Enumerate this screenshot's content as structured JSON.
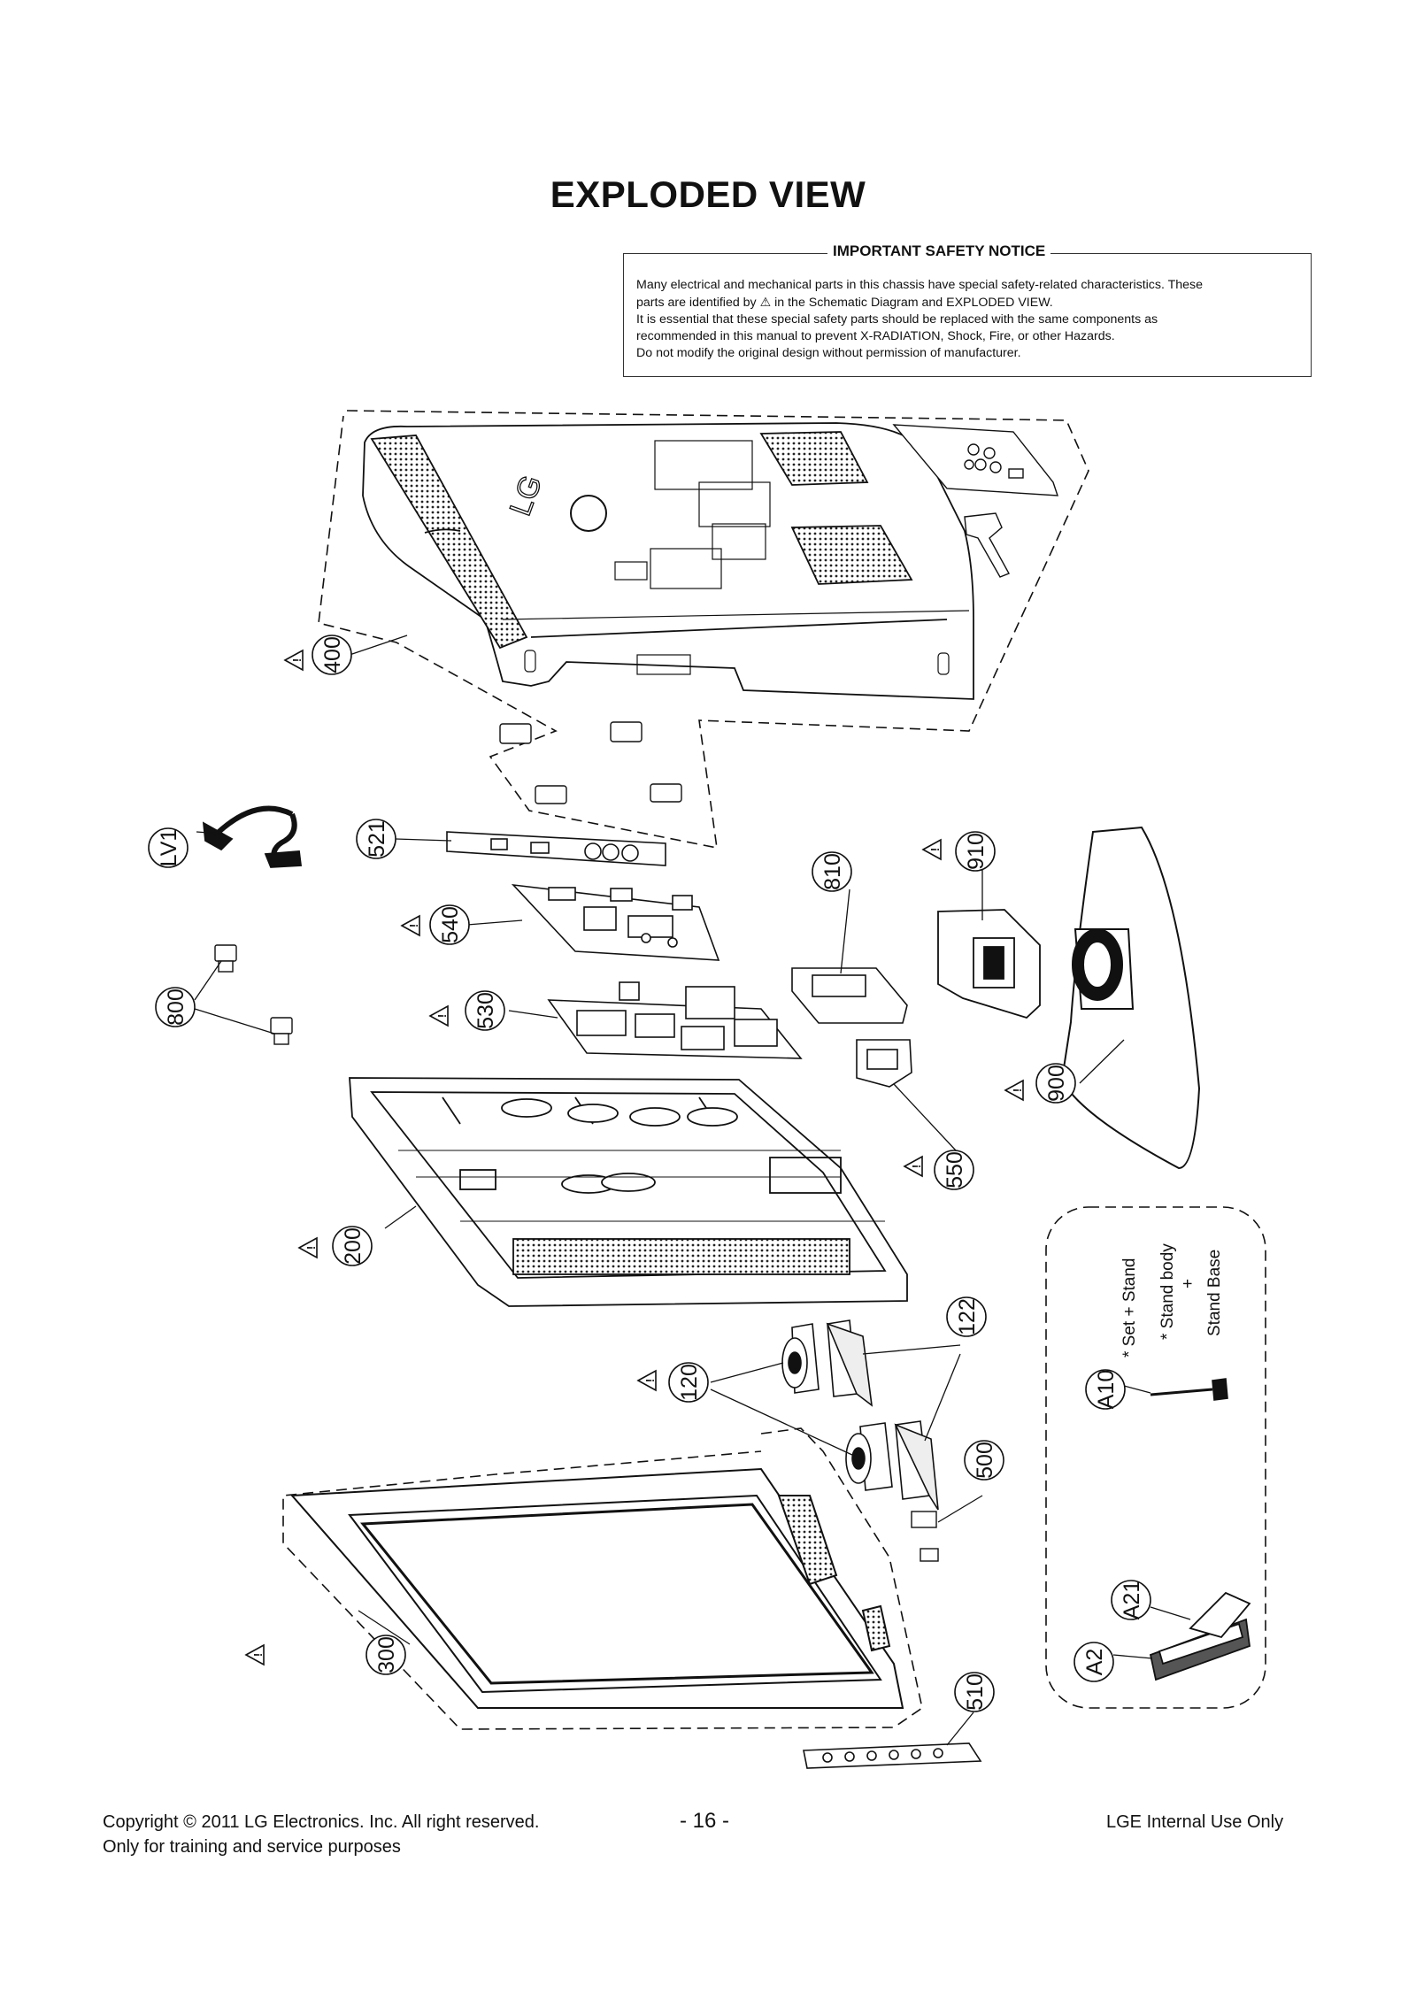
{
  "page": {
    "title": "EXPLODED VIEW",
    "page_number": "- 16 -",
    "footer_left_1": "Copyright  © 2011 LG Electronics. Inc. All right reserved.",
    "footer_left_2": "Only for training and service purposes",
    "footer_right": "LGE Internal Use Only"
  },
  "notice": {
    "heading": "IMPORTANT SAFETY NOTICE",
    "line1": "Many electrical and mechanical parts in this chassis have special safety-related characteristics. These",
    "line2a": "parts are identified by",
    "line2b": "in the Schematic Diagram and EXPLODED VIEW.",
    "line3": "It is essential that these special safety parts should be replaced with the same components as",
    "line4": "recommended in this manual to prevent X-RADIATION, Shock, Fire, or other Hazards.",
    "line5": "Do not modify the original design without permission of manufacturer."
  },
  "callouts": {
    "c400": "400",
    "cLV1": "LV1",
    "c521": "521",
    "c540": "540",
    "c800": "800",
    "c530": "530",
    "c810": "810",
    "c910": "910",
    "c900": "900",
    "c550": "550",
    "c200": "200",
    "c122": "122",
    "c120": "120",
    "c500": "500",
    "c300": "300",
    "c510": "510",
    "cA10": "A10",
    "cA21": "A21",
    "cA2": "A2"
  },
  "stand_legend": {
    "line1": "* Set + Stand",
    "line2": "* Stand body",
    "line3": "+",
    "line4": "Stand Base"
  },
  "icons": {
    "safety_mark": "warning-triangle-icon",
    "logo": "lg-logo-icon"
  }
}
